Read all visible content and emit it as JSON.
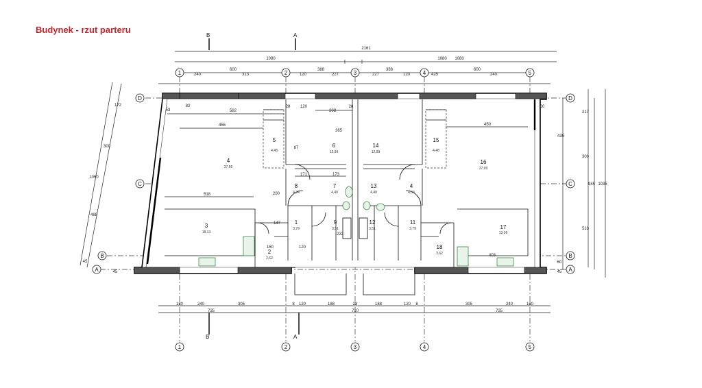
{
  "title": "Budynek - rzut parteru",
  "section_marks": {
    "b": "B",
    "a": "A"
  },
  "axes": {
    "v": [
      "1",
      "2",
      "3",
      "4",
      "5"
    ],
    "h": [
      "D",
      "C",
      "B",
      "A"
    ]
  },
  "dims_top": {
    "overall": "2161",
    "halves": [
      "1080",
      "1080",
      "1080"
    ],
    "axes": [
      "600",
      "388",
      "388",
      "600"
    ],
    "parts": [
      "240",
      "313",
      "120",
      "227",
      "227",
      "120",
      "425",
      "240"
    ]
  },
  "dims_bottom": {
    "parts": [
      "180",
      "240",
      "305",
      "8",
      "120",
      "188",
      "28",
      "188",
      "120",
      "8",
      "305",
      "240",
      "180"
    ],
    "totals": [
      "725",
      "710",
      "725"
    ]
  },
  "dims_right": [
    "217",
    "435",
    "300",
    "945",
    "1035",
    "518",
    "60",
    "45"
  ],
  "dims_left": [
    "1050",
    "172",
    "300",
    "488",
    "45",
    "45"
  ],
  "dims_inner": [
    "53",
    "82",
    "582",
    "456",
    "28",
    "120",
    "208",
    "28",
    "365",
    "87",
    "171",
    "173",
    "450",
    "60",
    "518",
    "200",
    "147",
    "222",
    "160",
    "120",
    "403"
  ],
  "rooms": [
    {
      "no": "4",
      "area": "37,66"
    },
    {
      "no": "5",
      "area": "4,48"
    },
    {
      "no": "6",
      "area": "12,99"
    },
    {
      "no": "14",
      "area": "12,99"
    },
    {
      "no": "15",
      "area": "4,48"
    },
    {
      "no": "16",
      "area": "37,99"
    },
    {
      "no": "8",
      "area": "4,34"
    },
    {
      "no": "7",
      "area": "4,40"
    },
    {
      "no": "13",
      "area": "4,40"
    },
    {
      "no": "4",
      "area": "4,34"
    },
    {
      "no": "1",
      "area": "3,79"
    },
    {
      "no": "9",
      "area": "3,51"
    },
    {
      "no": "12",
      "area": "3,51"
    },
    {
      "no": "11",
      "area": "3,79"
    },
    {
      "no": "3",
      "area": "18,13"
    },
    {
      "no": "2",
      "area": "2,62"
    },
    {
      "no": "17",
      "area": "13,36"
    },
    {
      "no": "18",
      "area": "3,62"
    }
  ],
  "colors": {
    "title": "#c0262d",
    "fixtures": "#3a8a4a"
  }
}
